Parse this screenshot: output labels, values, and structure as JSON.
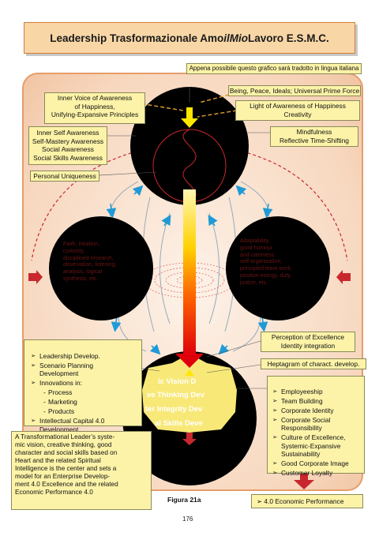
{
  "title": {
    "prefix": "Leadership Trasformazionale Amo",
    "italic": "ilMio",
    "suffix": "Lavoro E.S.M.C."
  },
  "notice": "Appena possibile questo grafico sarà tradotto in lingua italiana",
  "labels": {
    "inner_voice": "Inner Voice of Awareness\nof Happiness,\nUnifying-Expansive Principles",
    "being": "Being, Peace, Ideals; Universal Prime Force",
    "light": "Light of Awareness of Happiness\nCreativity",
    "awareness": "Inner Self Awareness\nSelf-Mastery Awareness\nSocial Awareness\nSocial Skills Awareness",
    "mindfulness": "Mindfulness\nReflective Time-Shifting",
    "uniqueness": "Personal Uniqueness",
    "perception": "Perception of Excellence\nIdentity integration",
    "heptagram": "Heptagram of charact. develop."
  },
  "left_circle_text": "Faith, Intuition,\n                        curiosity,\n              disciplined research,\n               observation, listening,\n               analysis, logical\n                synthesis, etc.",
  "right_circle_text": "Adaptability,\ngood humour\nand calmness\nself-organization,\nprincipled team work,\n          positive energy, duty,\n                   justice, etc.",
  "bottom_circle_words": [
    "ic Vision D",
    "ve Thinking Dev",
    "ter Integrity Dev",
    "al Skills Deve"
  ],
  "left_list": [
    {
      "t": "Leadership Develop.",
      "k": "b"
    },
    {
      "t": "Scenario Planning\nDevelopment",
      "k": "b"
    },
    {
      "t": "Innovations in:",
      "k": "b"
    },
    {
      "t": "Process",
      "k": "sub"
    },
    {
      "t": "Marketing",
      "k": "sub"
    },
    {
      "t": "Products",
      "k": "sub"
    },
    {
      "t": "Intellectual Capital 4.0\nDevelopment",
      "k": "b"
    }
  ],
  "right_list": [
    "Employeeship",
    "Team Building",
    "Corporate Identity",
    "Corporate Social\nResponsibility",
    "Culture of Excellence,\nSystemic-Expansive\nSustainability",
    "Good Corporate Image",
    "Customer Loyalty"
  ],
  "bottom_text": "A Transformational Leader’s syste-\nmic vision, creative thinking, good\ncharacter and social skills based on\nHeart and the related Spiritual\nIntelligence is the center and sets a\nmodel for an Enterprise Develop-\nment 4.0 Excellence and the related\nEconomic Performance 4.0",
  "economic": "4.0 Economic Performance",
  "caption": "Figura 21a",
  "page_number": "176",
  "colors": {
    "frame": "#e79d6a",
    "box": "#fcf3a8",
    "title_bg": "#f8d6a6",
    "arrow_red": "#c8282d",
    "dash": "#d99a2a"
  }
}
